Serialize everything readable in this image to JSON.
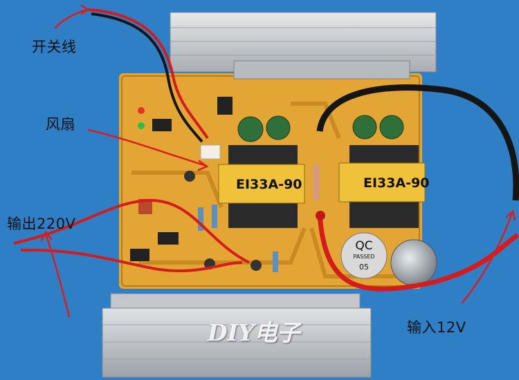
{
  "labels": {
    "switch_wire": "开关线",
    "fan": "风扇",
    "output": "输出220V",
    "input": "输入12V"
  },
  "components": {
    "transformer_left": "EI33A-90",
    "transformer_right": "EI33A-90",
    "qc_sticker": {
      "line1": "QC",
      "line2": "PASSED",
      "line3": "05"
    }
  },
  "watermark": "DIY电子",
  "colors": {
    "background": "#2f7fc6",
    "pcb": "#e3a534",
    "heatsink": "#c9cdd1",
    "wire_red": "#d51b1b",
    "wire_black": "#151515",
    "arrow_red": "#d81e1e"
  }
}
